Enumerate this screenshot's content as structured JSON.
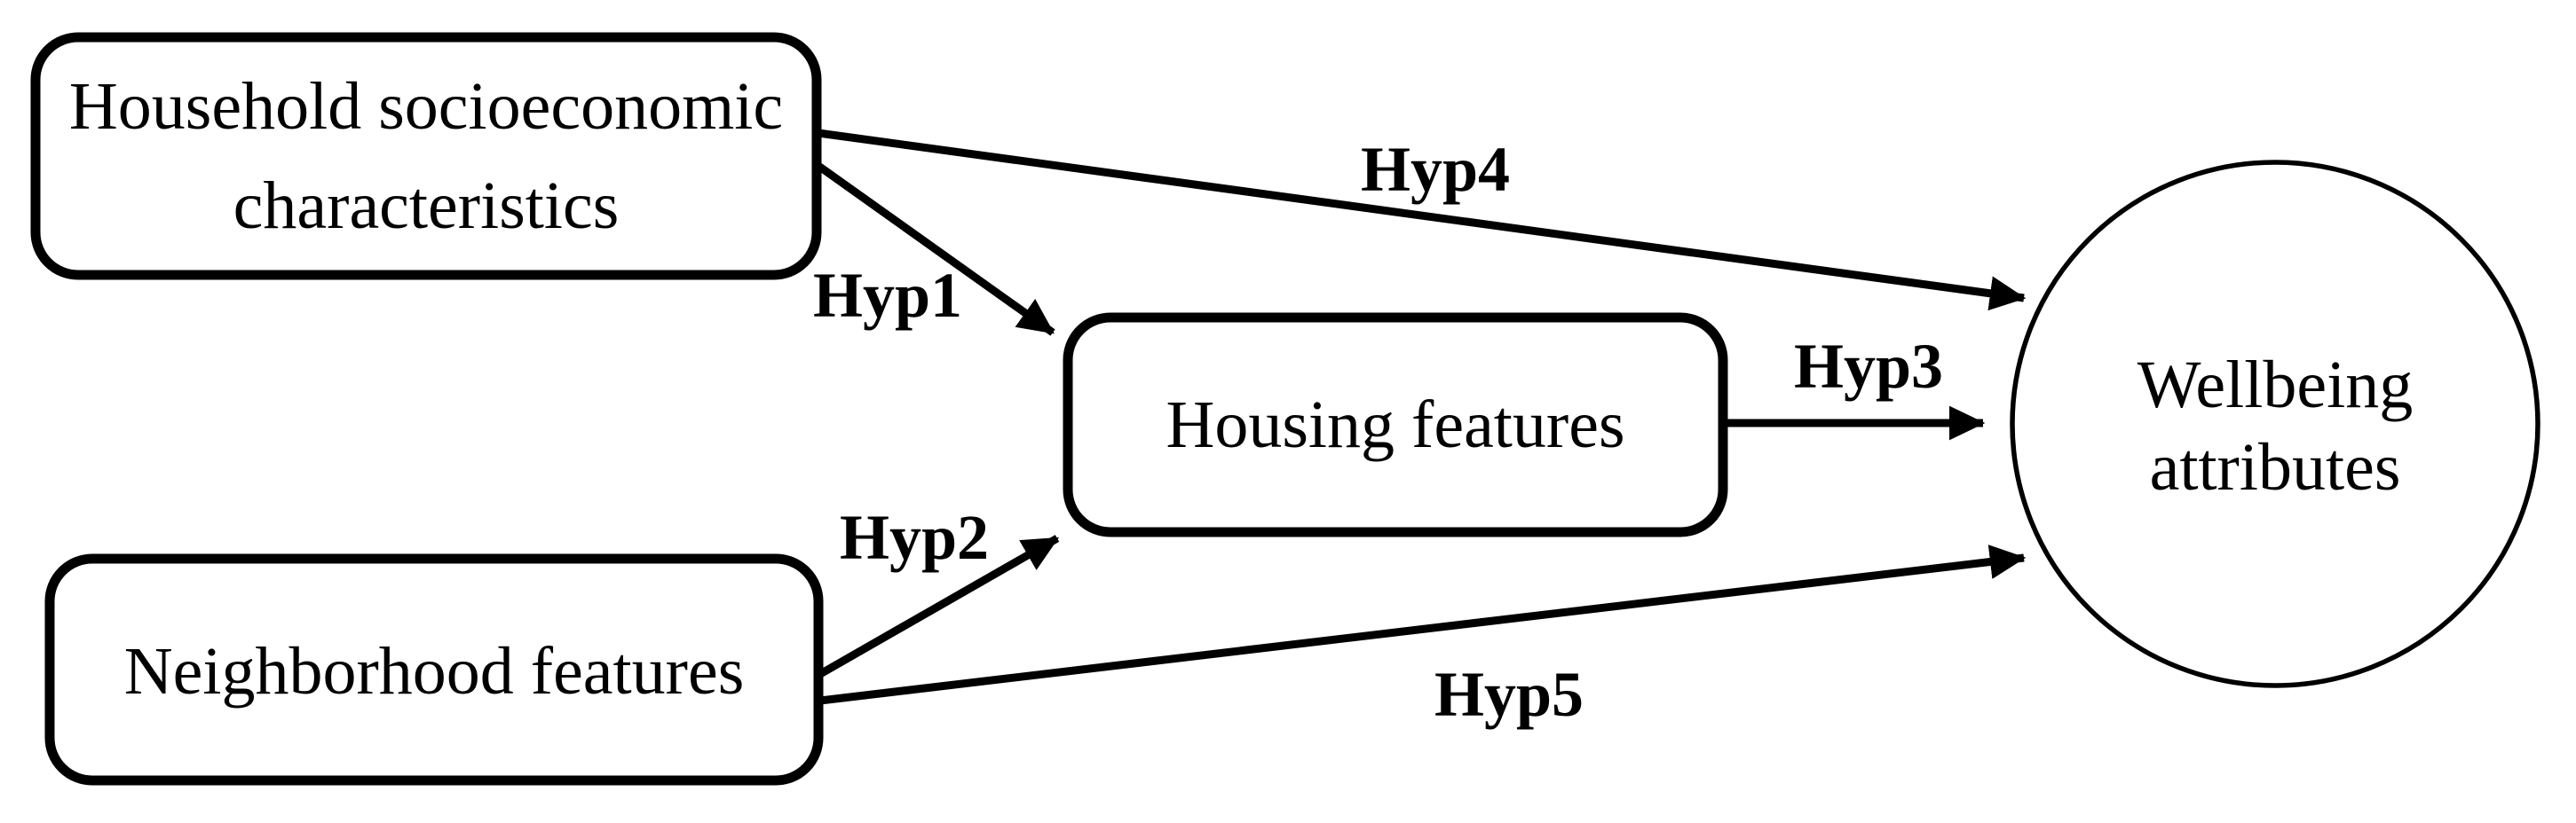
{
  "figure": {
    "type": "path-diagram",
    "background_color": "#ffffff",
    "stroke_color": "#000000",
    "text_color": "#000000",
    "nodes": {
      "household": {
        "shape": "rounded-rectangle",
        "line1": "Household socioeconomic",
        "line2": "characteristics"
      },
      "neighborhood": {
        "shape": "rounded-rectangle",
        "label": "Neighborhood features"
      },
      "housing": {
        "shape": "rounded-rectangle",
        "label": "Housing features"
      },
      "wellbeing": {
        "shape": "circle",
        "line1": "Wellbeing",
        "line2": "attributes"
      }
    },
    "arrows": [
      {
        "id": "hyp1",
        "label": "Hyp1",
        "from": "household",
        "to": "housing"
      },
      {
        "id": "hyp2",
        "label": "Hyp2",
        "from": "neighborhood",
        "to": "housing"
      },
      {
        "id": "hyp3",
        "label": "Hyp3",
        "from": "housing",
        "to": "wellbeing"
      },
      {
        "id": "hyp4",
        "label": "Hyp4",
        "from": "household",
        "to": "wellbeing"
      },
      {
        "id": "hyp5",
        "label": "Hyp5",
        "from": "neighborhood",
        "to": "wellbeing"
      }
    ]
  }
}
